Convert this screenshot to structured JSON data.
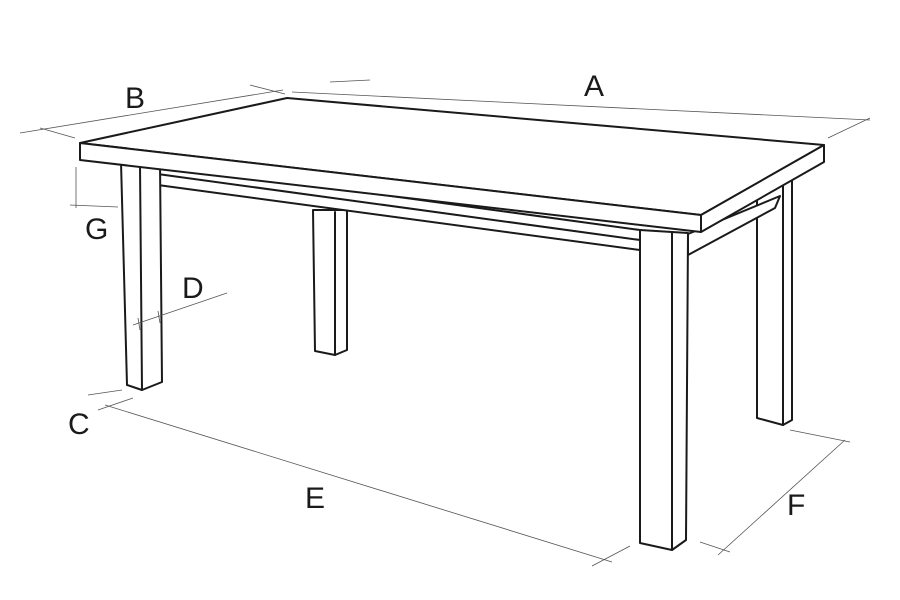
{
  "labels": {
    "a": "A",
    "b": "B",
    "c": "C",
    "d": "D",
    "e": "E",
    "f": "F",
    "g": "G"
  }
}
